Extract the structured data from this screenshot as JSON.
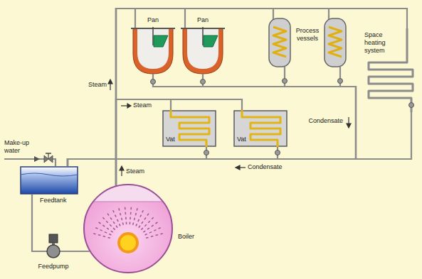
{
  "diagram": {
    "nodes": [
      {
        "text": [
          "Pan"
        ]
      },
      {
        "text": [
          "Pan"
        ]
      },
      {
        "text": [
          "Process vessels"
        ]
      },
      {
        "text": [
          "Space heating system"
        ]
      },
      {
        "text": [
          "Vat"
        ]
      },
      {
        "text": [
          "Vat"
        ]
      },
      {
        "text": [
          "Feedtank"
        ]
      },
      {
        "text": [
          "Boiler"
        ]
      },
      {
        "text": [
          "Feedpump"
        ]
      }
    ],
    "edges": [
      {
        "from": 7,
        "to": 0,
        "arrow": "none"
      },
      {
        "from": 7,
        "to": 1,
        "arrow": "none"
      },
      {
        "from": 7,
        "to": 2,
        "arrow": "none"
      },
      {
        "from": 7,
        "to": 3,
        "arrow": "none"
      },
      {
        "from": 7,
        "to": 4,
        "arrow": "none"
      },
      {
        "from": 7,
        "to": 5,
        "arrow": "none"
      },
      {
        "from": 0,
        "to": 6,
        "arrow": "none"
      },
      {
        "from": 1,
        "to": 6,
        "arrow": "none"
      },
      {
        "from": 2,
        "to": 6,
        "arrow": "none"
      },
      {
        "from": 3,
        "to": 6,
        "arrow": "none"
      },
      {
        "from": 4,
        "to": 6,
        "arrow": "none"
      },
      {
        "from": 5,
        "to": 6,
        "arrow": "none"
      },
      {
        "from": 6,
        "to": 8,
        "arrow": "none"
      },
      {
        "from": 8,
        "to": 7,
        "arrow": "none"
      }
    ],
    "labels": [
      "Steam",
      "Steam",
      "Steam",
      "Condensate",
      "Condensate",
      "Make-up water"
    ]
  }
}
